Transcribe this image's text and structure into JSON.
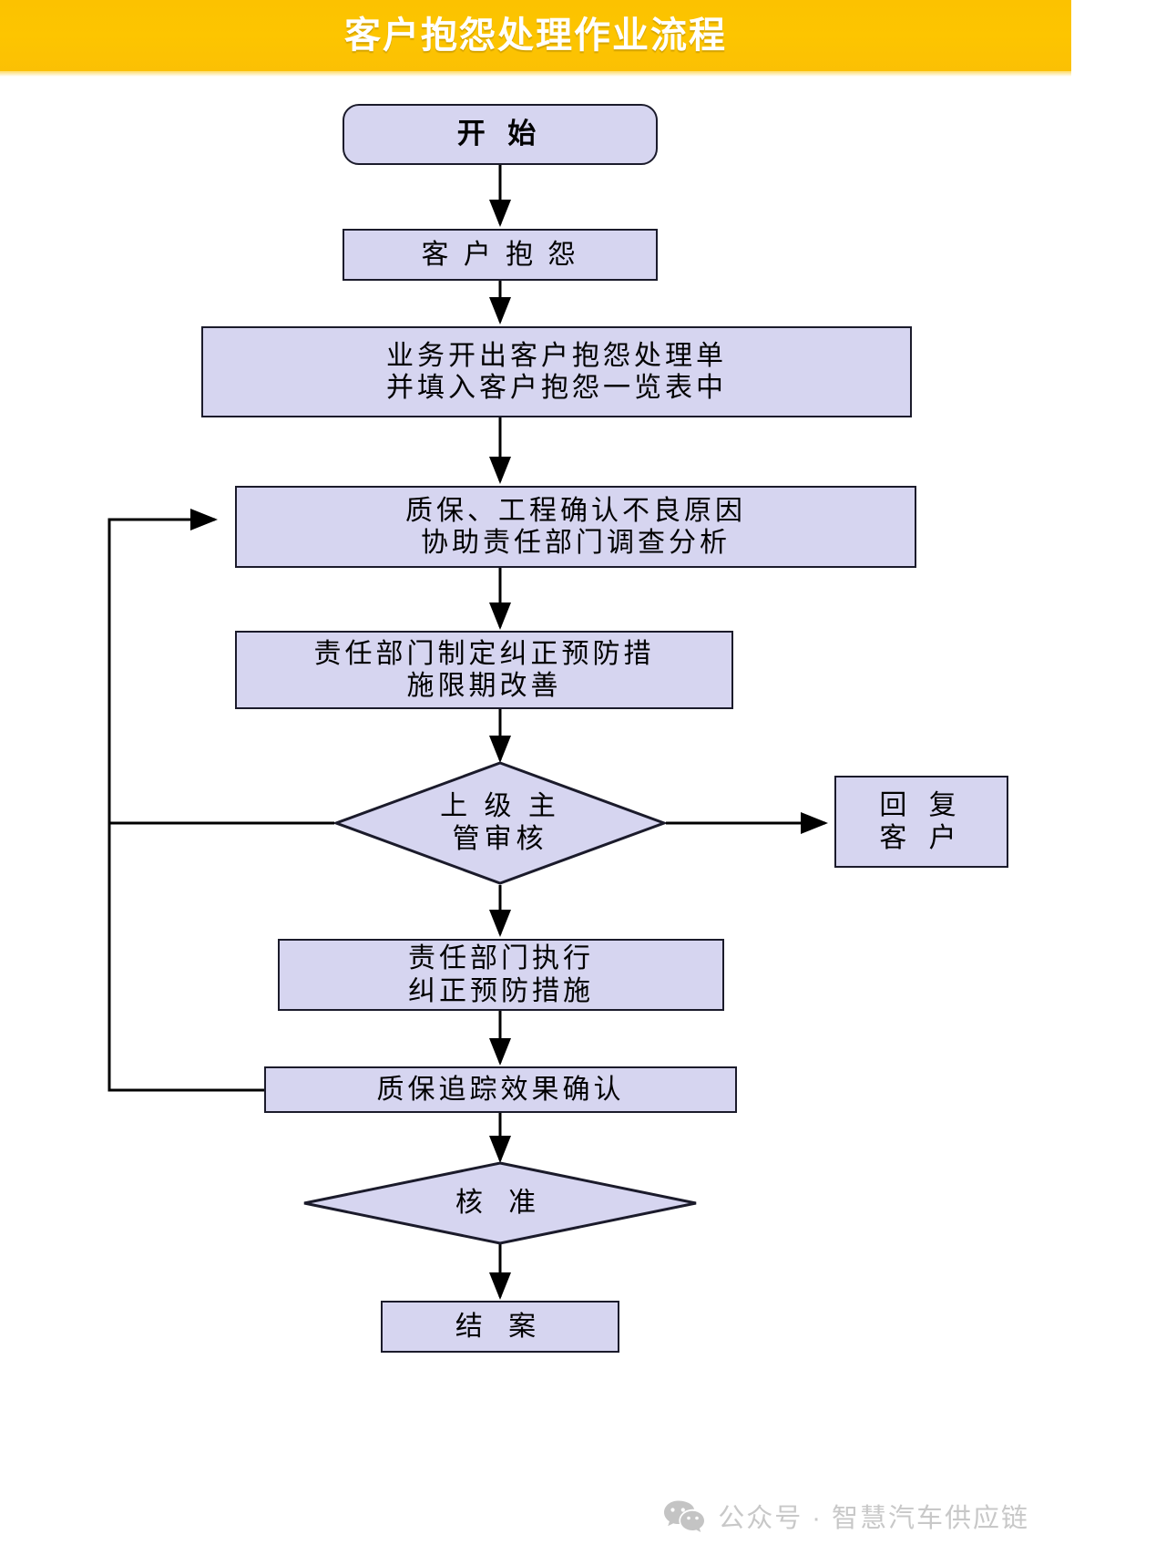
{
  "header": {
    "title": "客户抱怨处理作业流程",
    "bg_color": "#FCC300",
    "text_color": "#FFFFFF"
  },
  "theme": {
    "node_fill": "#D6D5F0",
    "node_border": "#1B1B2B",
    "connector_color": "#000000",
    "page_bg": "#FFFFFF"
  },
  "flowchart": {
    "type": "process-flowchart",
    "orientation": "top-to-bottom",
    "nodes": [
      {
        "id": "start",
        "shape": "terminator",
        "lines": [
          "开 始"
        ]
      },
      {
        "id": "complaint",
        "shape": "process",
        "lines": [
          "客 户 抱 怨"
        ]
      },
      {
        "id": "issue",
        "shape": "process",
        "lines": [
          "业务开出客户抱怨处理单",
          "并填入客户抱怨一览表中"
        ]
      },
      {
        "id": "analyze",
        "shape": "process",
        "lines": [
          "质保、工程确认不良原因",
          "协助责任部门调查分析"
        ]
      },
      {
        "id": "plan",
        "shape": "process",
        "lines": [
          "责任部门制定纠正预防措",
          "施限期改善"
        ]
      },
      {
        "id": "review",
        "shape": "decision",
        "lines": [
          "上 级 主",
          "管审核"
        ]
      },
      {
        "id": "reply",
        "shape": "process",
        "lines": [
          "回 复",
          "客 户"
        ]
      },
      {
        "id": "execute",
        "shape": "process",
        "lines": [
          "责任部门执行",
          "纠正预防措施"
        ]
      },
      {
        "id": "track",
        "shape": "process",
        "lines": [
          "质保追踪效果确认"
        ]
      },
      {
        "id": "approve",
        "shape": "decision",
        "lines": [
          "核 准"
        ]
      },
      {
        "id": "close",
        "shape": "process",
        "lines": [
          "结 案"
        ]
      }
    ],
    "edges": [
      {
        "from": "start",
        "to": "complaint",
        "style": "straight-down",
        "label": ""
      },
      {
        "from": "complaint",
        "to": "issue",
        "style": "straight-down",
        "label": ""
      },
      {
        "from": "issue",
        "to": "analyze",
        "style": "straight-down",
        "label": ""
      },
      {
        "from": "analyze",
        "to": "plan",
        "style": "straight-down",
        "label": ""
      },
      {
        "from": "plan",
        "to": "review",
        "style": "straight-down",
        "label": ""
      },
      {
        "from": "review",
        "to": "reply",
        "style": "right",
        "label": ""
      },
      {
        "from": "review",
        "to": "execute",
        "style": "straight-down",
        "label": ""
      },
      {
        "from": "review",
        "to": "analyze",
        "style": "loop-left-up",
        "label": ""
      },
      {
        "from": "execute",
        "to": "track",
        "style": "straight-down",
        "label": ""
      },
      {
        "from": "track",
        "to": "analyze",
        "style": "loop-left-up",
        "label": ""
      },
      {
        "from": "track",
        "to": "approve",
        "style": "straight-down",
        "label": ""
      },
      {
        "from": "approve",
        "to": "close",
        "style": "straight-down",
        "label": ""
      }
    ]
  },
  "footer": {
    "icon": "wechat-icon",
    "text": "公众号 · 智慧汽车供应链",
    "text_color": "#C8C8C8"
  }
}
